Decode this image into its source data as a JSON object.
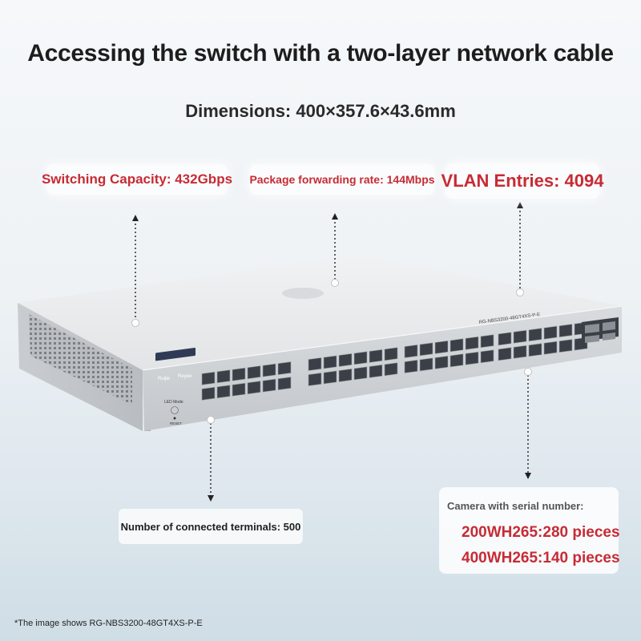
{
  "title": "Accessing the switch with a two-layer network cable",
  "dimensions": "Dimensions: 400×357.6×43.6mm",
  "specs": {
    "switching_capacity": "Switching Capacity: 432Gbps",
    "forwarding_rate": "Package forwarding rate: 144Mbps",
    "vlan_entries": "VLAN Entries: 4094",
    "connected_terminals": "Number of connected terminals: 500"
  },
  "camera": {
    "title": "Camera with serial number:",
    "line1": "200WH265:280 pieces",
    "line2": "400WH265:140 pieces"
  },
  "footnote": "*The image shows RG-NBS3200-48GT4XS-P-E",
  "device": {
    "brand": "Ruijie",
    "sub_brand": "Reyee",
    "model": "RG-NBS3200-48GT4XS-P-E",
    "led_mode": "LED Mode",
    "reset": "RESET"
  },
  "colors": {
    "accent_red": "#c72b34",
    "title_text": "#1d1d1d"
  }
}
